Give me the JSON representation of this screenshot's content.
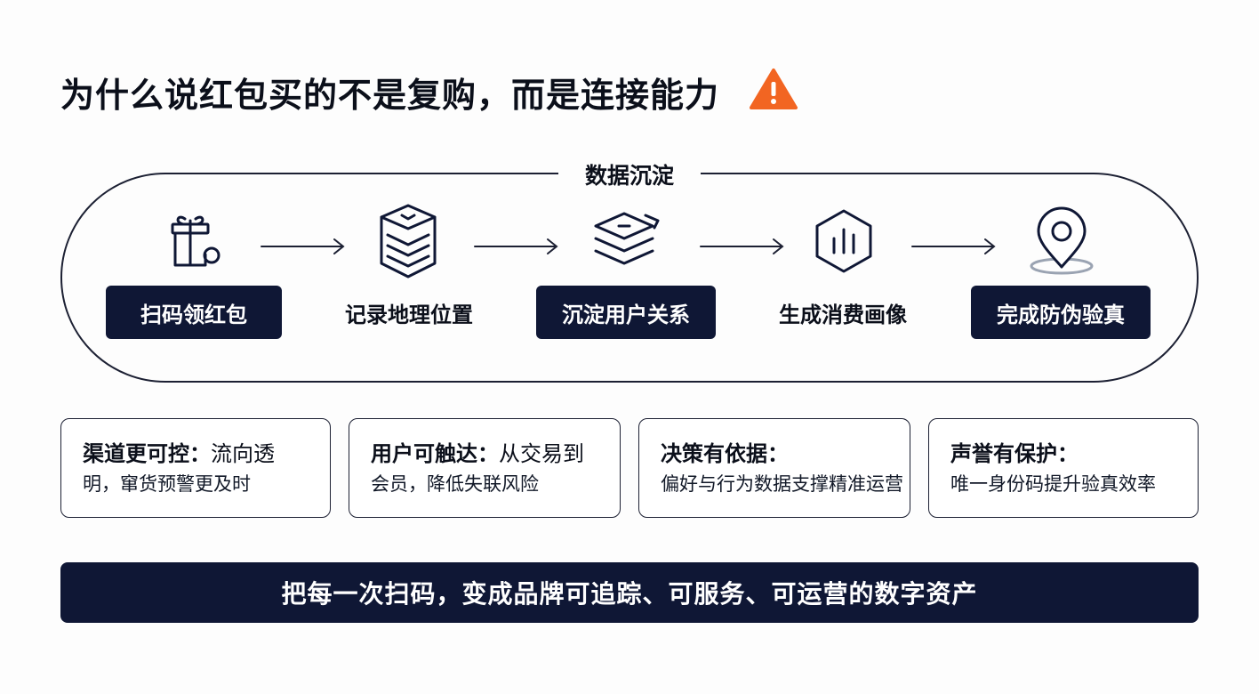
{
  "title": "为什么说红包买的不是复购，而是连接能力",
  "title_icon": "warning-icon",
  "accent_color": "#f26522",
  "navy_color": "#0f1735",
  "flow": {
    "caption": "数据沉淀",
    "steps": [
      {
        "label": "扫码领红包",
        "icon": "gift-box-icon",
        "highlighted": true
      },
      {
        "label": "记录地理位置",
        "icon": "database-stack-icon",
        "highlighted": false
      },
      {
        "label": "沉淀用户关系",
        "icon": "layers-icon",
        "highlighted": true
      },
      {
        "label": "生成消费画像",
        "icon": "bar-chart-hexagon-icon",
        "highlighted": false
      },
      {
        "label": "完成防伪验真",
        "icon": "location-pin-icon",
        "highlighted": true
      }
    ]
  },
  "cards": [
    {
      "heading": "渠道更可控：",
      "line1_rest": "流向透",
      "line2": "明，窜货预警更及时"
    },
    {
      "heading": "用户可触达：",
      "line1_rest": "从交易到",
      "line2": "会员，降低失联风险"
    },
    {
      "heading": "决策有依据：",
      "line1_rest": "",
      "line2": "偏好与行为数据支撑精准运营"
    },
    {
      "heading": "声誉有保护：",
      "line1_rest": "",
      "line2": "唯一身份码提升验真效率"
    }
  ],
  "banner": "把每一次扫码，变成品牌可追踪、可服务、可运营的数字资产"
}
